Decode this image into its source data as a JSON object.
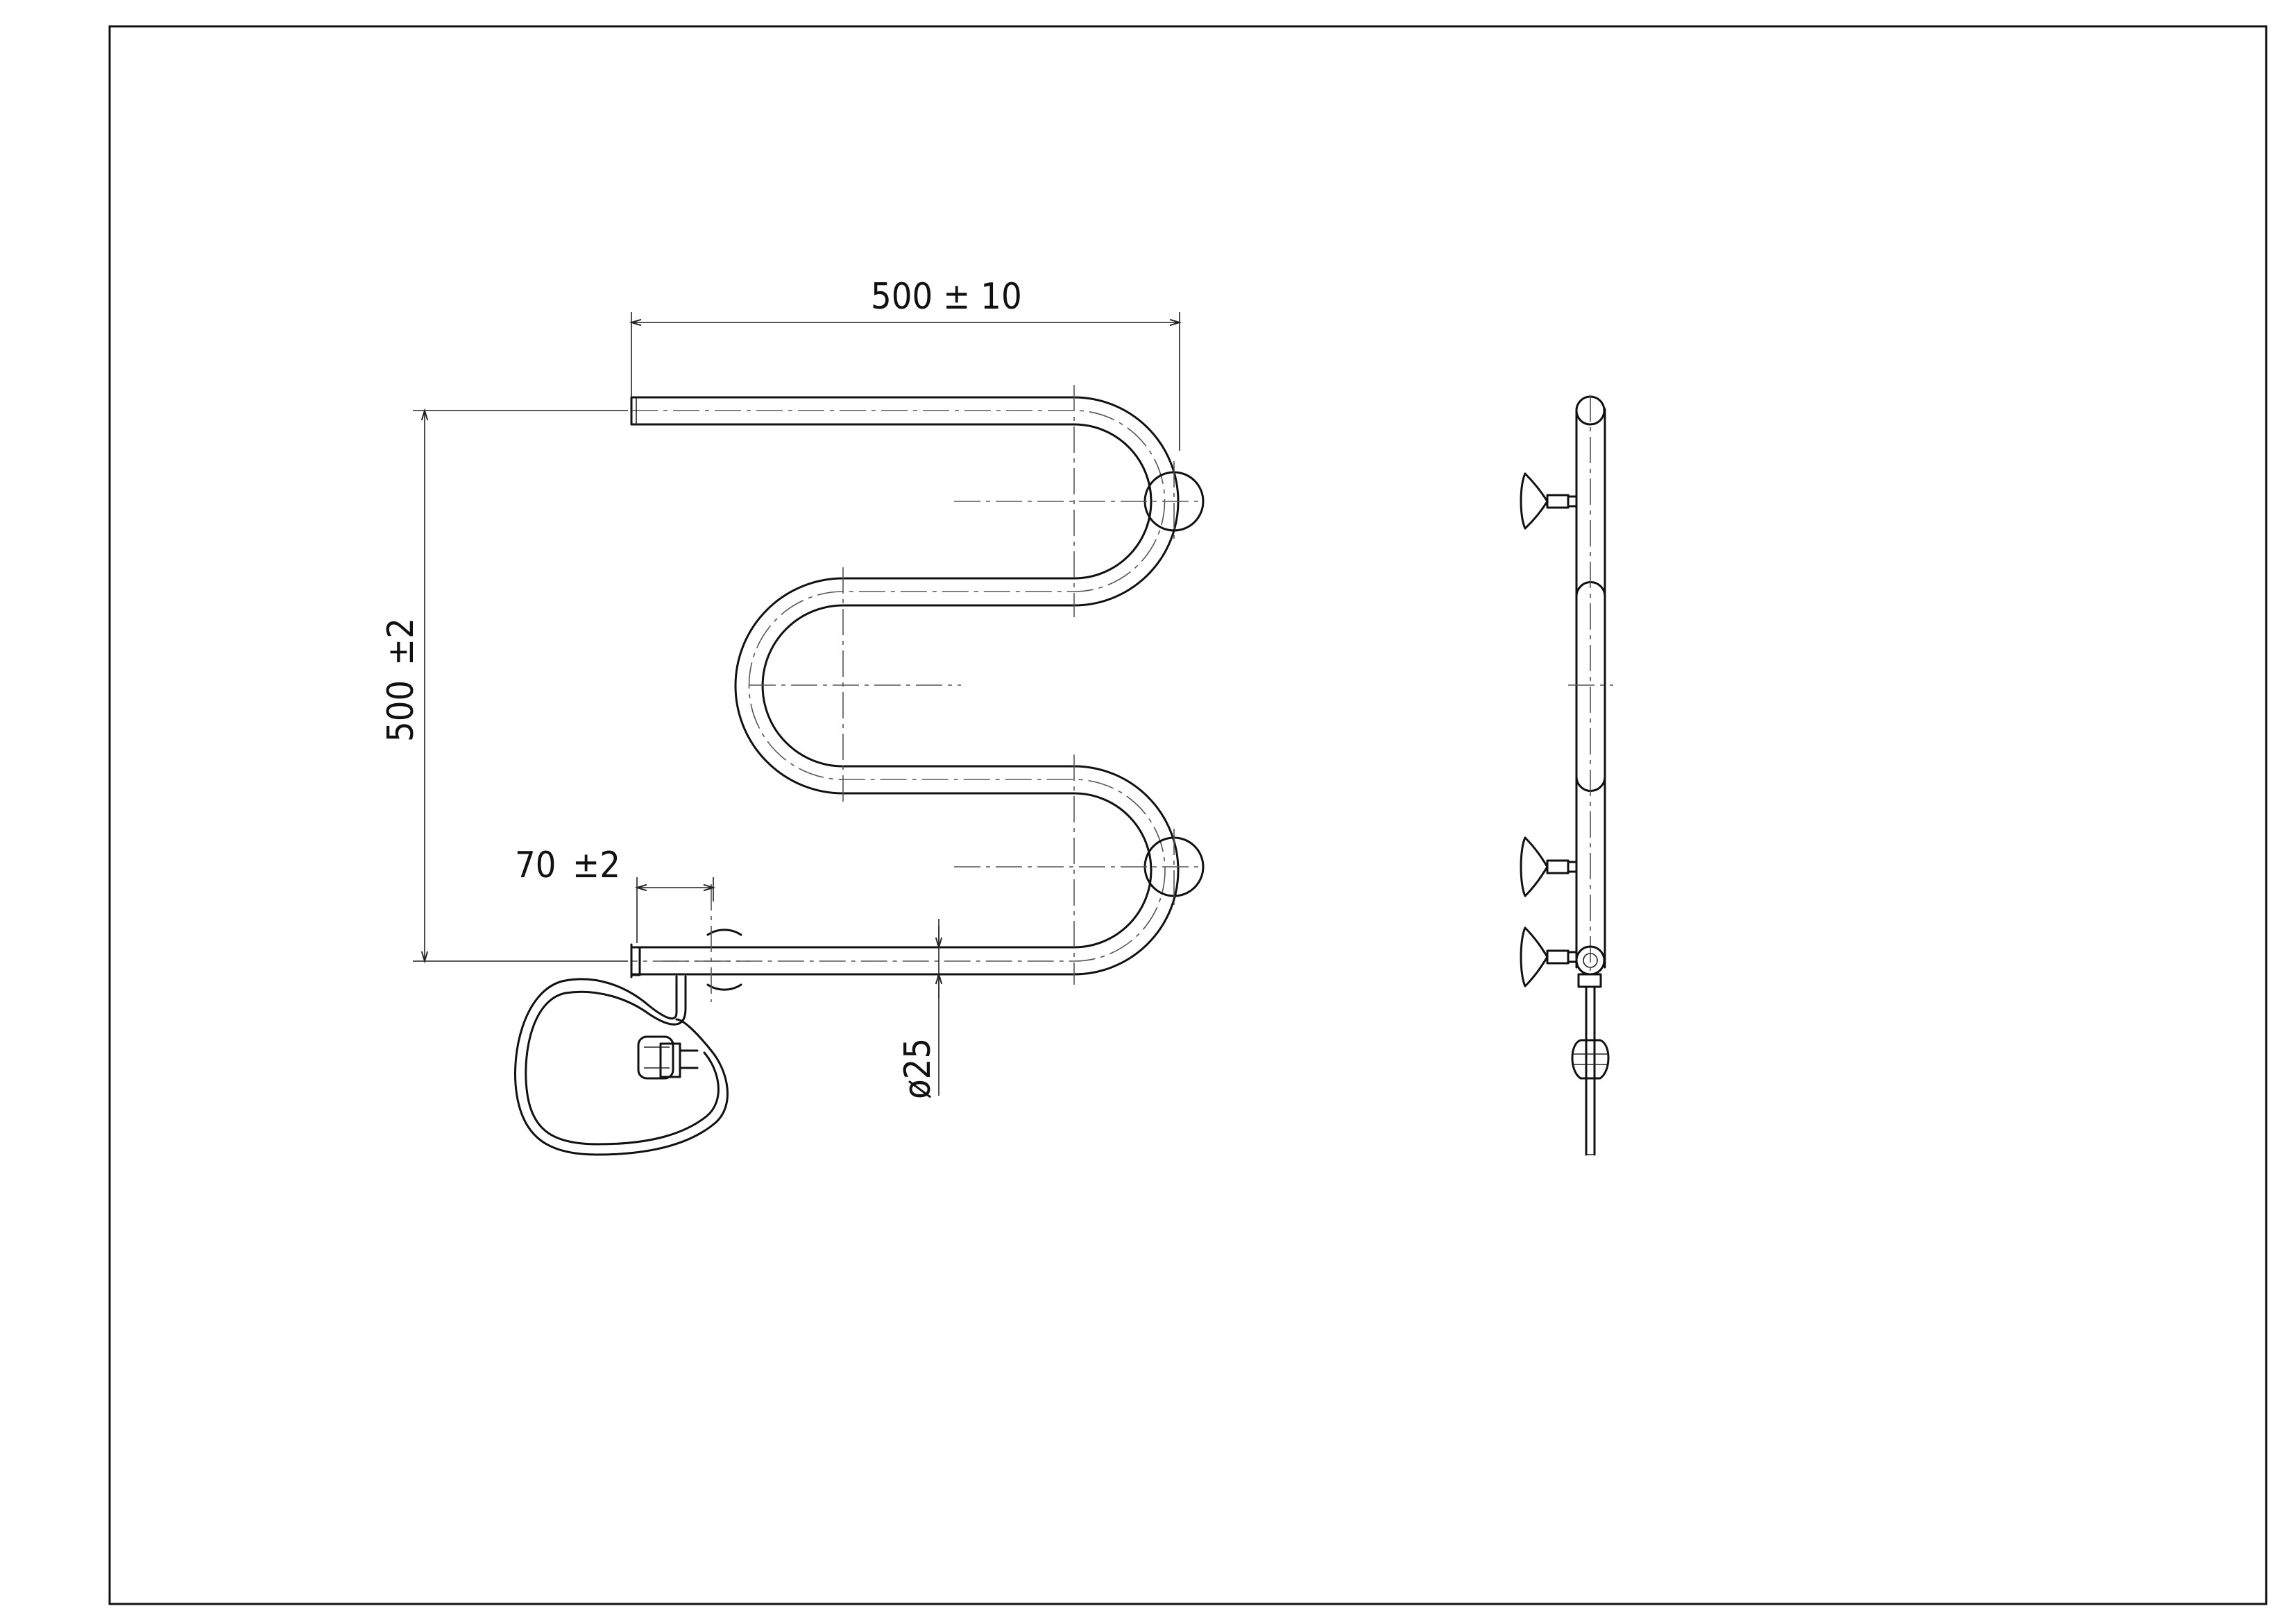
{
  "dimensions": {
    "width": "500 ± 10",
    "height_value": "500",
    "height_tol": "±2",
    "offset_value": "70",
    "offset_tol": "±2",
    "diameter": "ø25"
  }
}
